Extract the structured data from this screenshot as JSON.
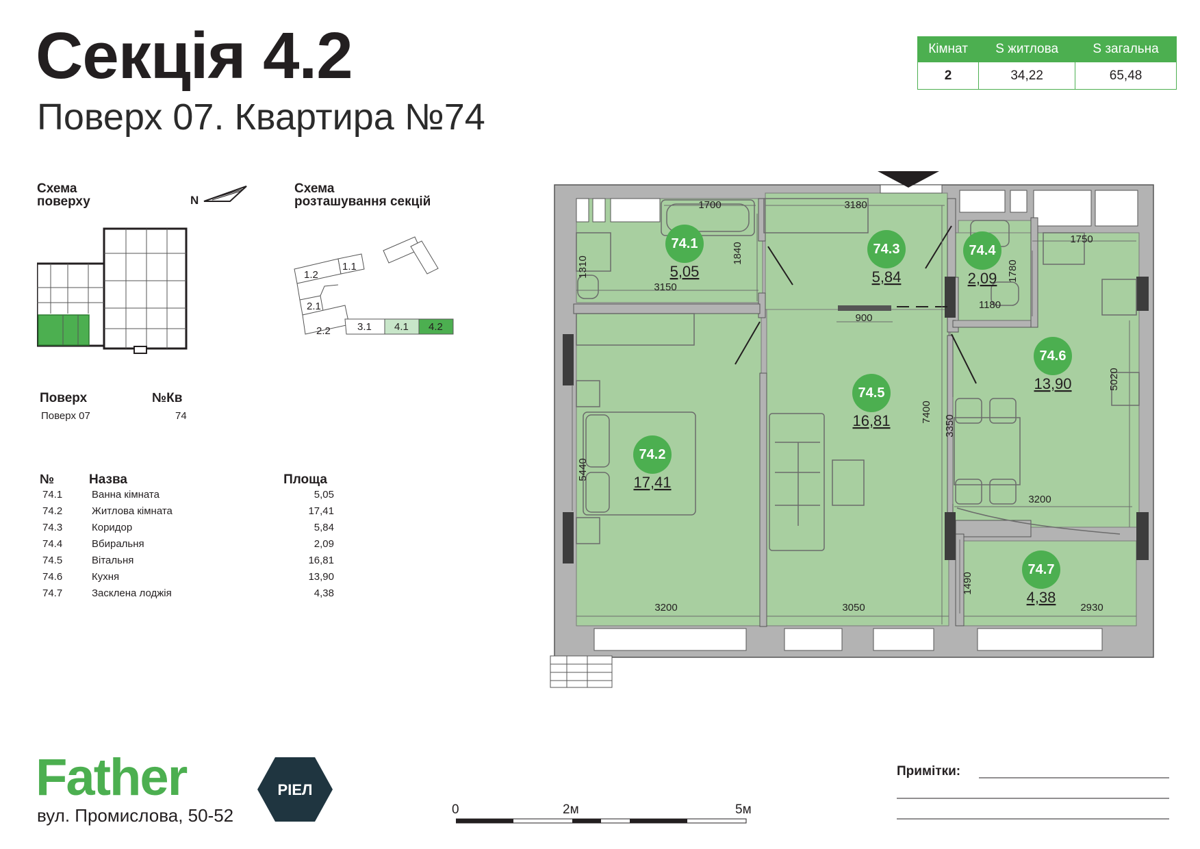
{
  "header": {
    "title": "Секція 4.2",
    "subtitle": "Поверх 07. Квартира №74"
  },
  "summary": {
    "headers": [
      "Кімнат",
      "S житлова",
      "S загальна"
    ],
    "values": [
      "2",
      "34,22",
      "65,48"
    ]
  },
  "floor_scheme": {
    "label_line1": "Схема",
    "label_line2": "поверху",
    "north": "N"
  },
  "section_scheme": {
    "label_line1": "Схема",
    "label_line2": "розташування секцій",
    "sections": [
      "1.2",
      "1.1",
      "2.1",
      "2.2",
      "3.1",
      "4.1",
      "4.2"
    ]
  },
  "floor_info": {
    "floor_header": "Поверх",
    "apt_header": "№Кв",
    "floor_value": "Поверх 07",
    "apt_value": "74"
  },
  "rooms_table": {
    "headers": [
      "№",
      "Назва",
      "Площа"
    ],
    "rows": [
      {
        "no": "74.1",
        "name": "Ванна кімната",
        "area": "5,05"
      },
      {
        "no": "74.2",
        "name": "Житлова кімната",
        "area": "17,41"
      },
      {
        "no": "74.3",
        "name": "Коридор",
        "area": "5,84"
      },
      {
        "no": "74.4",
        "name": "Вбиральня",
        "area": "2,09"
      },
      {
        "no": "74.5",
        "name": "Вітальня",
        "area": "16,81"
      },
      {
        "no": "74.6",
        "name": "Кухня",
        "area": "13,90"
      },
      {
        "no": "74.7",
        "name": "Засклена лоджія",
        "area": "4,38"
      }
    ]
  },
  "plan": {
    "room_labels": [
      {
        "no": "74.1",
        "area": "5,05"
      },
      {
        "no": "74.2",
        "area": "17,41"
      },
      {
        "no": "74.3",
        "area": "5,84"
      },
      {
        "no": "74.4",
        "area": "2,09"
      },
      {
        "no": "74.5",
        "area": "16,81"
      },
      {
        "no": "74.6",
        "area": "13,90"
      },
      {
        "no": "74.7",
        "area": "4,38"
      }
    ],
    "dimensions": [
      "1700",
      "3180",
      "1840",
      "1310",
      "3150",
      "900",
      "1750",
      "1780",
      "1180",
      "5020",
      "7400",
      "3350",
      "5440",
      "3200",
      "3200",
      "3050",
      "2930",
      "1490"
    ]
  },
  "scale": {
    "labels": [
      "0",
      "2м",
      "5м"
    ]
  },
  "brand": {
    "name": "Father",
    "badge": "РІЕЛ",
    "address": "вул. Промислова, 50-52"
  },
  "notes": {
    "label": "Примітки:"
  },
  "colors": {
    "accent": "#4caf50",
    "room_fill": "#a8cfa0",
    "wall": "#b3b3b3",
    "dark": "#1f3540"
  }
}
